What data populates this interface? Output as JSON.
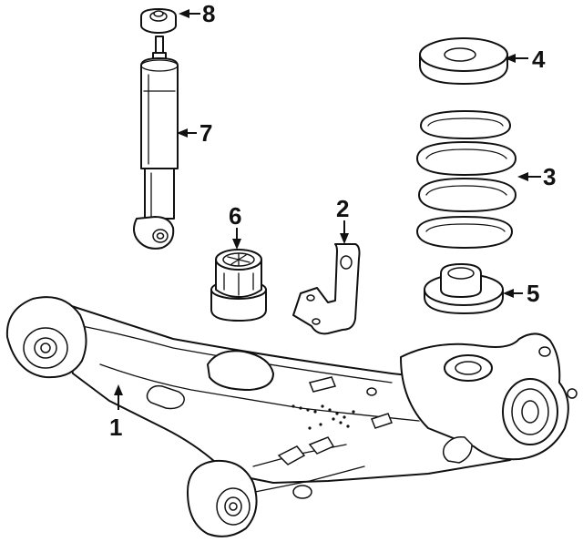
{
  "callouts": [
    {
      "number": "1",
      "part": "lower-control-arm"
    },
    {
      "number": "2",
      "part": "bracket"
    },
    {
      "number": "3",
      "part": "coil-spring"
    },
    {
      "number": "4",
      "part": "upper-spring-insulator"
    },
    {
      "number": "5",
      "part": "lower-spring-insulator"
    },
    {
      "number": "6",
      "part": "bump-stop"
    },
    {
      "number": "7",
      "part": "shock-absorber"
    },
    {
      "number": "8",
      "part": "mount-bushing"
    }
  ],
  "colors": {
    "line": "#111111",
    "background": "#ffffff"
  }
}
